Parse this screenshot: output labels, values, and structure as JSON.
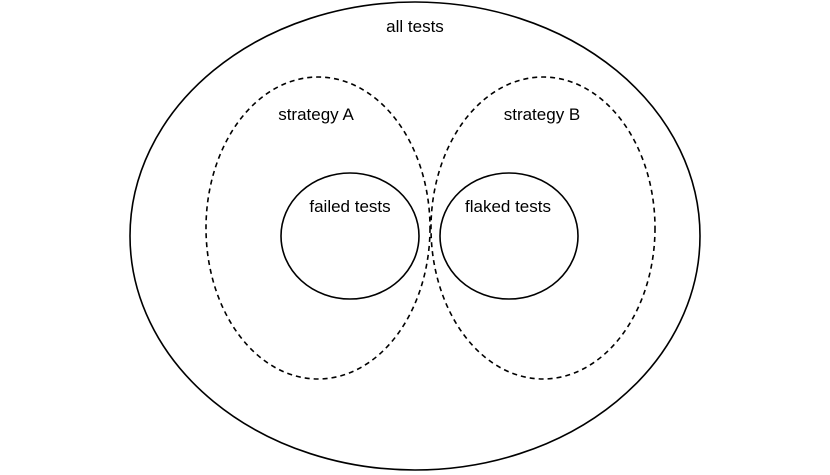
{
  "diagram": {
    "outer_label": "all tests",
    "left_group_label": "strategy A",
    "right_group_label": "strategy B",
    "left_inner_label": "failed tests",
    "right_inner_label": "flaked tests"
  },
  "colors": {
    "stroke": "#000000",
    "background": "#ffffff"
  }
}
